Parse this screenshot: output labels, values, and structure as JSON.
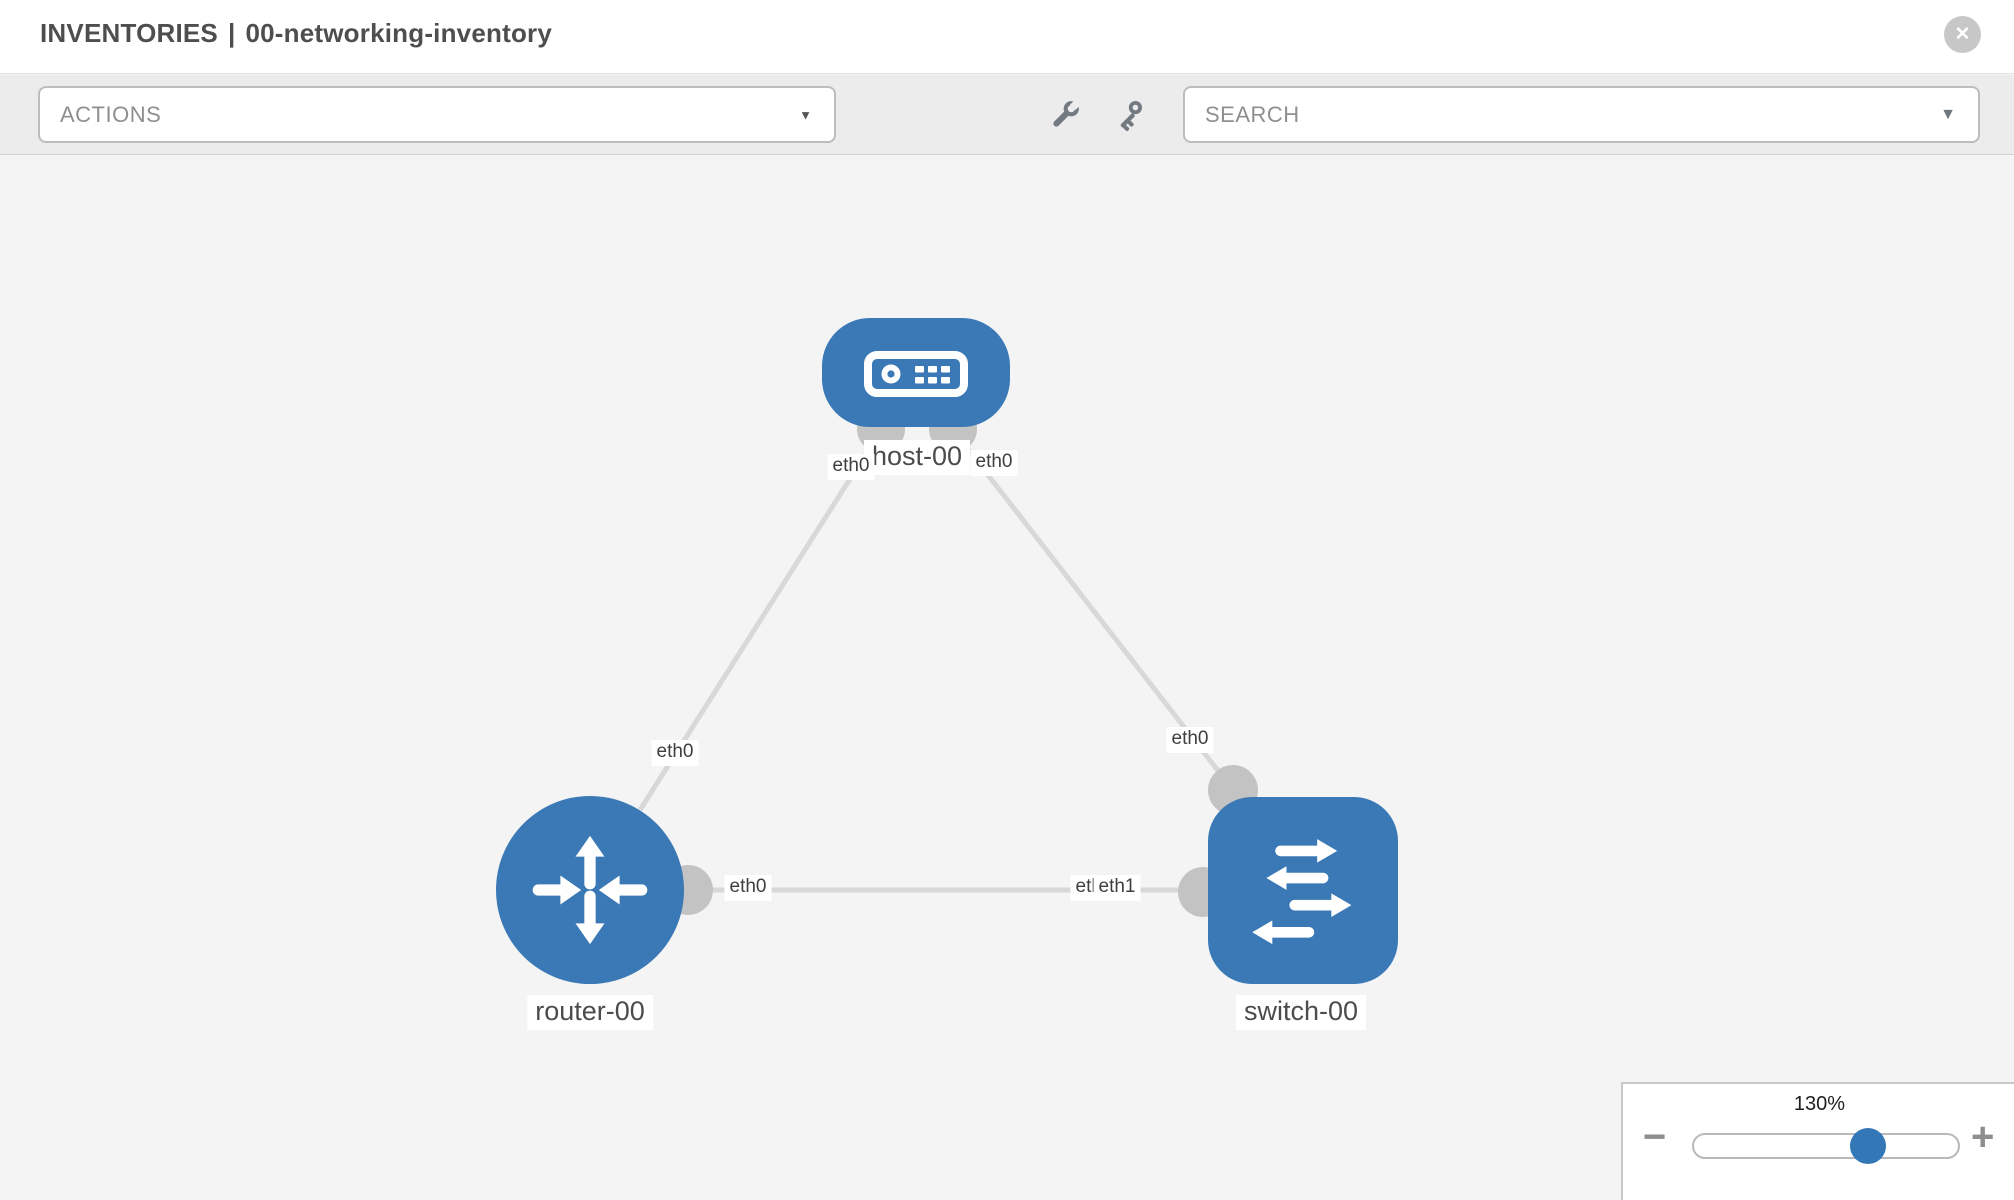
{
  "header": {
    "title_primary": "INVENTORIES",
    "title_divider": "|",
    "title_secondary": "00-networking-inventory"
  },
  "toolbar": {
    "actions_label": "ACTIONS",
    "search_placeholder": "SEARCH",
    "tool_icons": [
      "wrench",
      "key"
    ]
  },
  "icons": {
    "close_glyph": "✕",
    "caret_glyph": "▼"
  },
  "topology": {
    "nodes": [
      {
        "id": "host-00",
        "type": "host",
        "label": "host-00"
      },
      {
        "id": "router-00",
        "type": "router",
        "label": "router-00"
      },
      {
        "id": "switch-00",
        "type": "switch",
        "label": "switch-00"
      }
    ],
    "links": [
      {
        "from": "host-00",
        "to": "router-00",
        "from_interface": "eth0",
        "to_interface": "eth0"
      },
      {
        "from": "host-00",
        "to": "switch-00",
        "from_interface": "eth0",
        "to_interface": "eth0"
      },
      {
        "from": "router-00",
        "to": "switch-00",
        "from_interface": "eth0",
        "to_interface": "eth1",
        "to_interface_overlapped": "eth0"
      }
    ]
  },
  "zoom_control": {
    "value": "130%",
    "minus_glyph": "−",
    "plus_glyph": "+"
  },
  "colors": {
    "node_blue": "#3a79b5",
    "link_gray": "#d8d8d8",
    "connector_gray": "#c3c3c3",
    "toolbar_gray": "#ececec",
    "slider_handle_blue": "#3377b6"
  }
}
